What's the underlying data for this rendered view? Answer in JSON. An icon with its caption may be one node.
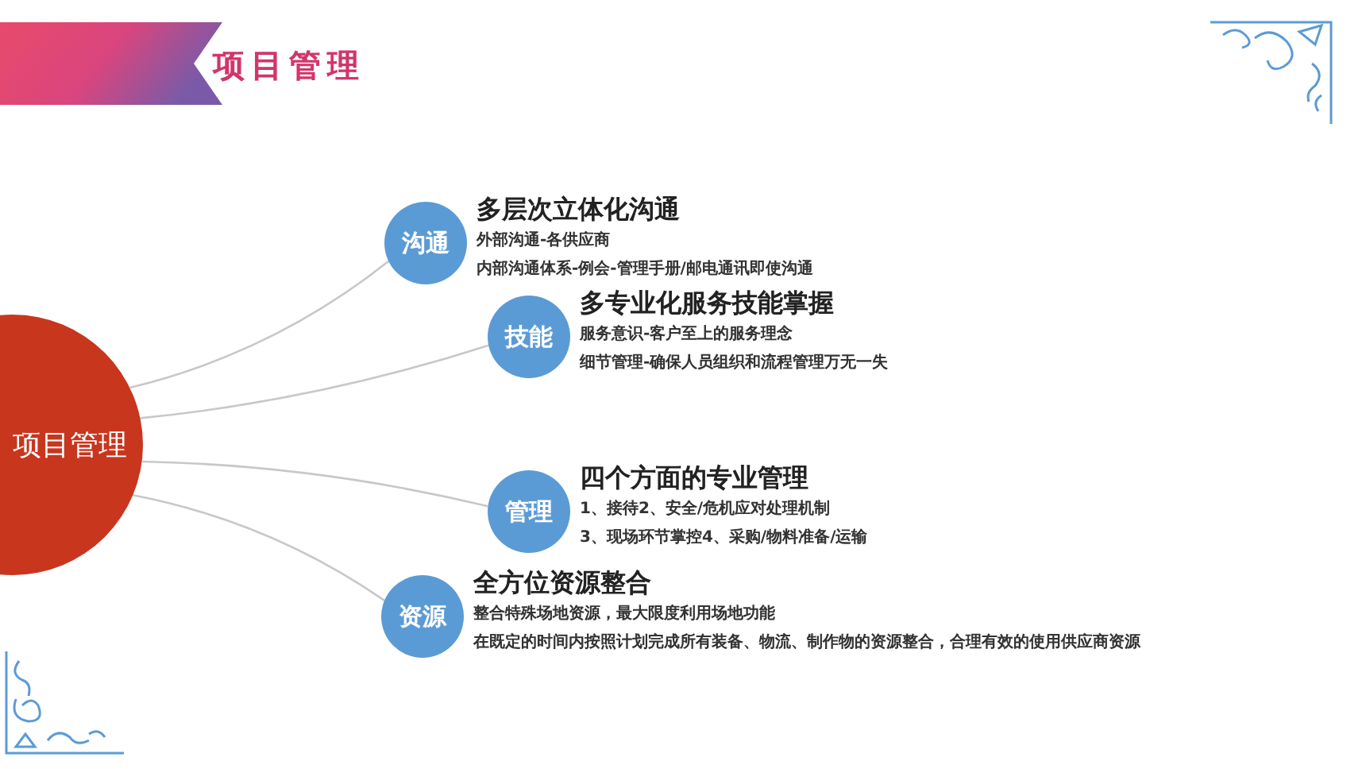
{
  "diagram": {
    "title": "项目管理",
    "nodes": [
      {
        "text": [
          "项目管理"
        ]
      },
      {
        "text": [
          "沟通",
          "多层次立体化沟通",
          "外部沟通-各供应商",
          "内部沟通体系-例会-管理手册/邮电通讯即使沟通"
        ]
      },
      {
        "text": [
          "技能",
          "多专业化服务技能掌握",
          "服务意识-客户至上的服务理念",
          "细节管理-确保人员组织和流程管理万无一失"
        ]
      },
      {
        "text": [
          "管理",
          "四个方面的专业管理",
          "1、接待2、安全/危机应对处理机制",
          "3、现场环节掌控4、采购/物料准备/运输"
        ]
      },
      {
        "text": [
          "资源",
          "全方位资源整合",
          "整合特殊场地资源，最大限度利用场地功能",
          "在既定的时间内按照计划完成所有装备、物流、制作物的资源整合，合理有效的使用供应商资源"
        ]
      }
    ],
    "edges": [
      {
        "from": 0,
        "to": 1,
        "arrow": "none"
      },
      {
        "from": 0,
        "to": 2,
        "arrow": "none"
      },
      {
        "from": 0,
        "to": 3,
        "arrow": "none"
      },
      {
        "from": 0,
        "to": 4,
        "arrow": "none"
      }
    ]
  }
}
